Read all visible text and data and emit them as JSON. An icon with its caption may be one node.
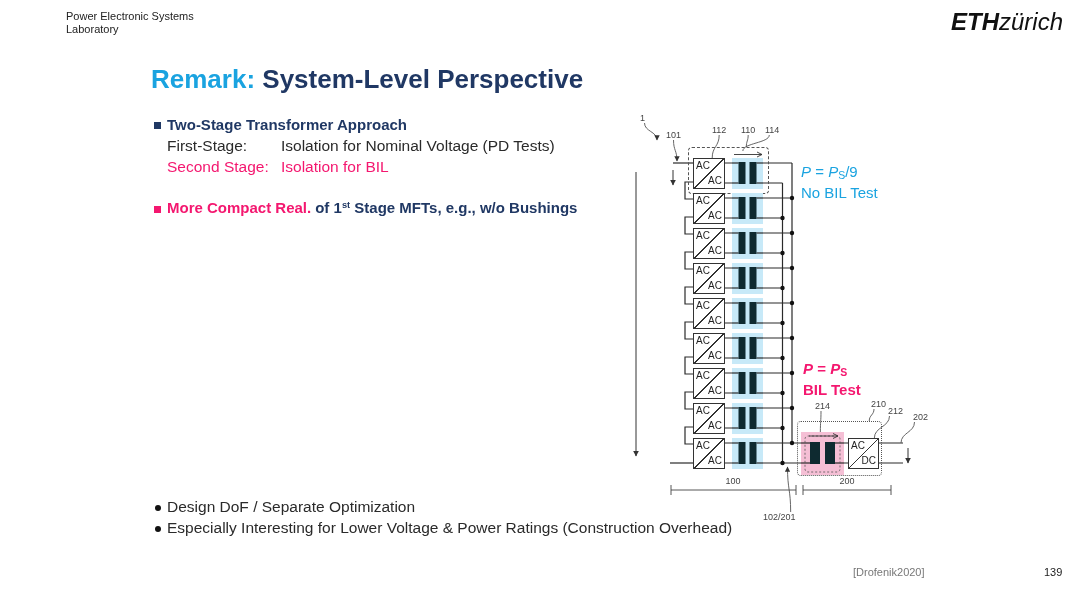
{
  "diagram": {
    "title": "Remark: System-Level Perspective",
    "nodes": [
      {
        "text": [],
        "shape": "box"
      },
      {
        "text": [
          "AC",
          "AC"
        ],
        "in": 0
      },
      {
        "text": [],
        "shape": "picture",
        "in": 0
      },
      {
        "text": [
          "AC",
          "AC"
        ]
      },
      {
        "text": [],
        "shape": "picture"
      },
      {
        "text": [
          "AC",
          "AC"
        ]
      },
      {
        "text": [],
        "shape": "picture"
      },
      {
        "text": [
          "AC",
          "AC"
        ]
      },
      {
        "text": [],
        "shape": "picture"
      },
      {
        "text": [
          "AC",
          "AC"
        ]
      },
      {
        "text": [],
        "shape": "picture"
      },
      {
        "text": [
          "AC",
          "AC"
        ]
      },
      {
        "text": [],
        "shape": "picture"
      },
      {
        "text": [
          "AC",
          "AC"
        ]
      },
      {
        "text": [],
        "shape": "picture"
      },
      {
        "text": [
          "AC",
          "AC"
        ]
      },
      {
        "text": [],
        "shape": "picture"
      },
      {
        "text": [
          "AC",
          "AC"
        ]
      },
      {
        "text": [],
        "shape": "picture"
      },
      {
        "text": [],
        "shape": "bar"
      },
      {
        "text": [],
        "shape": "box"
      },
      {
        "text": [],
        "shape": "picture",
        "in": 20
      },
      {
        "text": [
          "AC",
          "DC"
        ],
        "in": 20
      },
      {
        "text": [
          "1"
        ]
      },
      {
        "text": [
          "101"
        ]
      },
      {
        "text": [
          "112"
        ]
      },
      {
        "text": [
          "110"
        ]
      },
      {
        "text": [
          "114"
        ]
      },
      {
        "text": [
          "214"
        ]
      },
      {
        "text": [
          "210"
        ]
      },
      {
        "text": [
          "212"
        ]
      },
      {
        "text": [
          "202"
        ]
      },
      {
        "text": [
          "102/201"
        ]
      }
    ],
    "edges": [
      {
        "from": null,
        "to": 1,
        "arrow": "none"
      },
      {
        "from": 1,
        "to": 3,
        "arrow": "none"
      },
      {
        "from": 3,
        "to": 5,
        "arrow": "none"
      },
      {
        "from": 5,
        "to": 7,
        "arrow": "none"
      },
      {
        "from": 7,
        "to": 9,
        "arrow": "none"
      },
      {
        "from": 9,
        "to": 11,
        "arrow": "none"
      },
      {
        "from": 11,
        "to": 13,
        "arrow": "none"
      },
      {
        "from": 13,
        "to": 15,
        "arrow": "none"
      },
      {
        "from": 15,
        "to": 17,
        "arrow": "none"
      },
      {
        "from": null,
        "to": 17,
        "arrow": "none"
      },
      {
        "from": 1,
        "to": 2,
        "arrow": "none"
      },
      {
        "from": 3,
        "to": 4,
        "arrow": "none"
      },
      {
        "from": 5,
        "to": 6,
        "arrow": "none"
      },
      {
        "from": 7,
        "to": 8,
        "arrow": "none"
      },
      {
        "from": 9,
        "to": 10,
        "arrow": "none"
      },
      {
        "from": 11,
        "to": 12,
        "arrow": "none"
      },
      {
        "from": 13,
        "to": 14,
        "arrow": "none"
      },
      {
        "from": 15,
        "to": 16,
        "arrow": "none"
      },
      {
        "from": 17,
        "to": 18,
        "arrow": "none"
      },
      {
        "from": 2,
        "to": 19,
        "arrow": "none"
      },
      {
        "from": 4,
        "to": 19,
        "arrow": "none"
      },
      {
        "from": 6,
        "to": 19,
        "arrow": "none"
      },
      {
        "from": 8,
        "to": 19,
        "arrow": "none"
      },
      {
        "from": 10,
        "to": 19,
        "arrow": "none"
      },
      {
        "from": 12,
        "to": 19,
        "arrow": "none"
      },
      {
        "from": 14,
        "to": 19,
        "arrow": "none"
      },
      {
        "from": 16,
        "to": 19,
        "arrow": "none"
      },
      {
        "from": 18,
        "to": 19,
        "arrow": "none"
      },
      {
        "from": 19,
        "to": 21,
        "arrow": "none"
      },
      {
        "from": 21,
        "to": 22,
        "arrow": "none"
      },
      {
        "from": 22,
        "to": null,
        "arrow": "none"
      },
      {
        "from": 23,
        "to": null,
        "arrow": "to"
      },
      {
        "from": 24,
        "to": null,
        "arrow": "to"
      },
      {
        "from": 25,
        "to": 1,
        "arrow": "none"
      },
      {
        "from": 26,
        "to": 0,
        "arrow": "none"
      },
      {
        "from": 27,
        "to": 2,
        "arrow": "none"
      },
      {
        "from": 28,
        "to": 21,
        "arrow": "none"
      },
      {
        "from": 29,
        "to": 20,
        "arrow": "none"
      },
      {
        "from": 30,
        "to": 22,
        "arrow": "none"
      },
      {
        "from": 31,
        "to": null,
        "arrow": "none"
      },
      {
        "from": 32,
        "to": 19,
        "arrow": "to"
      }
    ],
    "labels": [
      "Power Electronic Systems Laboratory",
      "**ETH**zürich",
      "Two-Stage Transformer Approach",
      "First-Stage:",
      "Isolation for Nominal Voltage (PD Tests)",
      "Second Stage:",
      "Isolation for BIL",
      "*P* = *P*$_{S}$/9",
      "No BIL Test",
      "More Compact Real.",
      "of 1$^{st}$ Stage MFTs, e.g., w/o Bushings",
      "*P* = *P*$_{S}$",
      "BIL Test",
      "100",
      "200",
      "Design DoF / Separate Optimization",
      "Especially Interesting for Lower Voltage & Power Ratings (Construction Overhead)",
      "[Drofenik2020]",
      "139"
    ]
  }
}
